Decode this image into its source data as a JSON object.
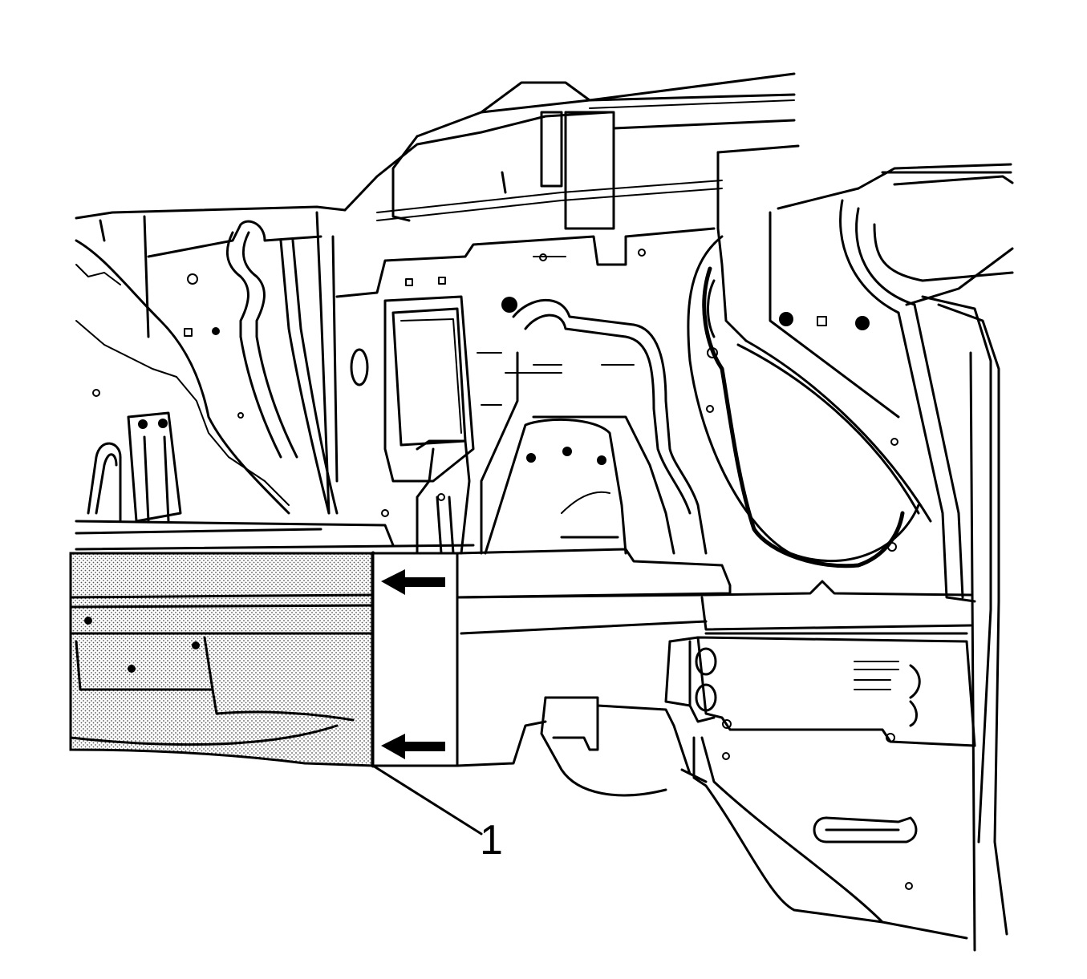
{
  "figure": {
    "callouts": [
      {
        "id": "1",
        "label": "1"
      }
    ],
    "highlight_pattern": "stipple",
    "colors": {
      "line": "#000000",
      "background": "#ffffff",
      "highlight_dots": "#555555"
    },
    "arrows": [
      {
        "name": "upper-direction-arrow",
        "direction": "left"
      },
      {
        "name": "lower-direction-arrow",
        "direction": "left"
      }
    ]
  }
}
